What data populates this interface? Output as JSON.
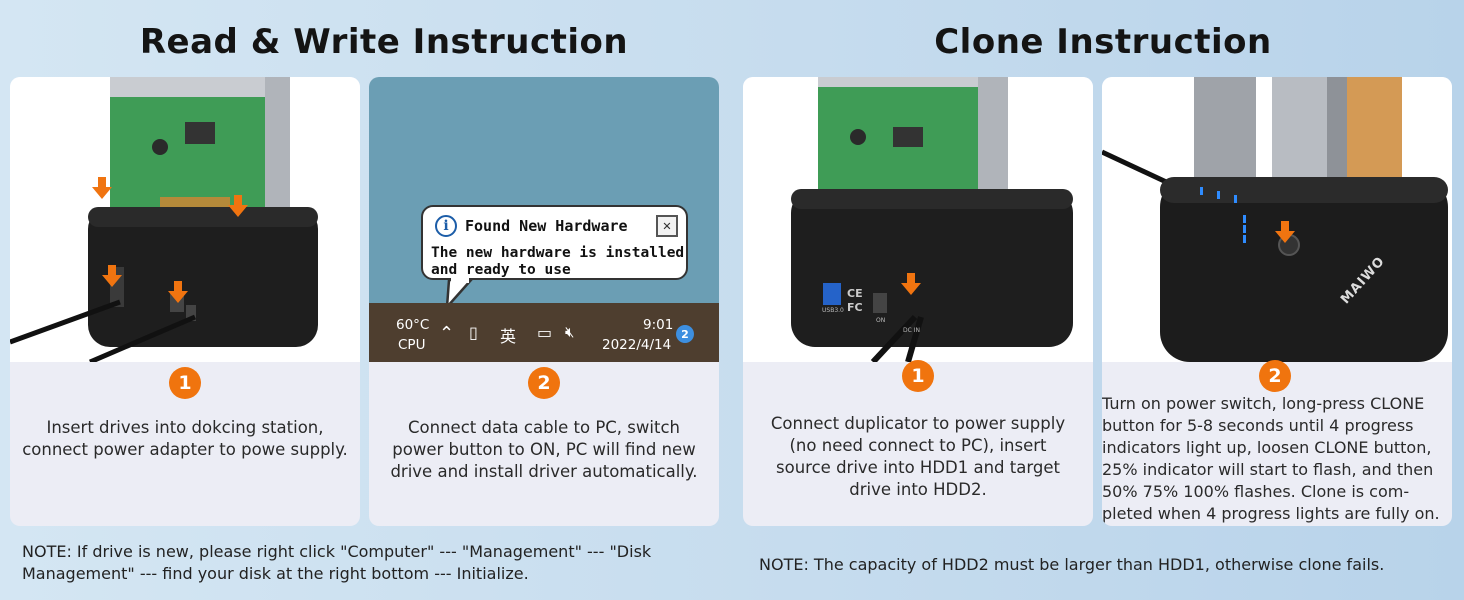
{
  "headings": {
    "read_write": "Read & Write Instruction",
    "clone": "Clone Instruction"
  },
  "read_write": {
    "step1": {
      "number": "1",
      "text_lines": [
        "Insert drives into dokcing station,",
        "connect power adapter to powe supply."
      ]
    },
    "step2": {
      "number": "2",
      "text_lines": [
        "Connect data cable to PC, switch",
        "power button to ON, PC will find new",
        "drive and install driver automatically."
      ]
    },
    "popup": {
      "title": "Found New Hardware",
      "message_lines": [
        "The new hardware is installed",
        "and ready to use"
      ]
    },
    "taskbar": {
      "temp": "60°C",
      "cpu": "CPU",
      "lang": "英",
      "time": "9:01",
      "date": "2022/4/14",
      "notifications": "2"
    },
    "note_lines": [
      "NOTE: If drive is new, please right click \"Computer\" --- \"Management\" --- \"Disk",
      "Management\" --- find your disk at the right bottom --- Initialize."
    ]
  },
  "clone": {
    "step1": {
      "number": "1",
      "text_lines": [
        "Connect duplicator to power supply",
        "(no need connect to PC), insert",
        "source drive into HDD1 and target",
        "drive into HDD2."
      ]
    },
    "step2": {
      "number": "2",
      "text_lines": [
        "Turn on power switch, long-press CLONE",
        "button for 5-8 seconds until 4 progress",
        "indicators light up, loosen CLONE button,",
        "25% indicator will start to flash, and then",
        "50% 75% 100% flashes. Clone is com-",
        "pleted when 4 progress lights are fully on."
      ]
    },
    "note": "NOTE: The capacity of HDD2 must be larger than HDD1, otherwise clone fails."
  },
  "product_labels": {
    "brand": "MAIWO",
    "usb_port": "USB3.0",
    "power_port": "DC IN",
    "switch": "ON",
    "ce": "CE",
    "fc": "FC"
  },
  "colors": {
    "accent": "#f0740e",
    "taskbar": "#4e3e2f",
    "card": "#ecedf5"
  }
}
